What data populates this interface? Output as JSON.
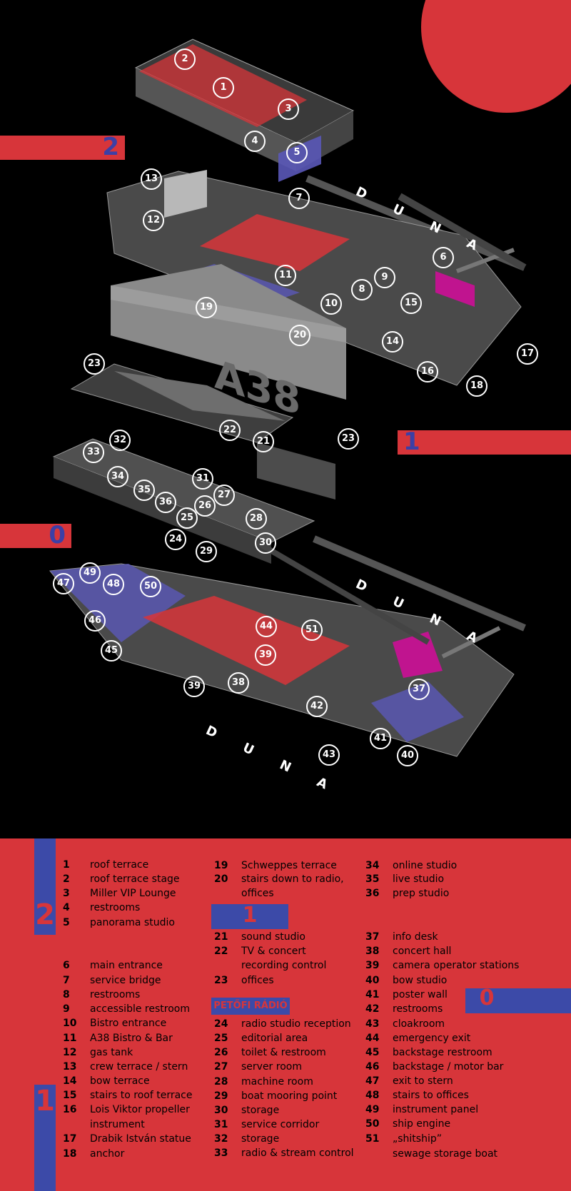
{
  "colors": {
    "background": "#000000",
    "legend_bg": "#d7353a",
    "accent_blue": "#3c4aa8",
    "floor_red": "#d7353a",
    "floor_blue": "#5a58b8",
    "hull_grey": "#6e6e6e"
  },
  "map": {
    "river_label": "D U N A",
    "deck_tabs": [
      "2",
      "1",
      "0"
    ],
    "markers": [
      "1",
      "2",
      "3",
      "4",
      "5",
      "6",
      "7",
      "8",
      "9",
      "10",
      "11",
      "12",
      "13",
      "14",
      "15",
      "16",
      "17",
      "18",
      "19",
      "20",
      "21",
      "22",
      "23",
      "23",
      "24",
      "25",
      "26",
      "27",
      "28",
      "29",
      "30",
      "31",
      "32",
      "33",
      "34",
      "35",
      "36",
      "37",
      "38",
      "39",
      "39",
      "40",
      "41",
      "42",
      "43",
      "44",
      "45",
      "46",
      "47",
      "48",
      "49",
      "50",
      "51"
    ]
  },
  "legend": {
    "deck_labels": {
      "deck2": "2",
      "deck1": "1",
      "deck0": "0"
    },
    "radio_badge": "PETŐFI RÁDIÓ",
    "col1": [
      {
        "n": "1",
        "t": "roof terrace"
      },
      {
        "n": "2",
        "t": "roof terrace stage"
      },
      {
        "n": "3",
        "t": "Miller VIP Lounge"
      },
      {
        "n": "4",
        "t": "restrooms"
      },
      {
        "n": "5",
        "t": "panorama studio"
      },
      {
        "n": "6",
        "t": "main entrance"
      },
      {
        "n": "7",
        "t": "service bridge"
      },
      {
        "n": "8",
        "t": "restrooms"
      },
      {
        "n": "9",
        "t": "accessible restroom"
      },
      {
        "n": "10",
        "t": "Bistro entrance"
      },
      {
        "n": "11",
        "t": "A38 Bistro & Bar"
      },
      {
        "n": "12",
        "t": "gas tank"
      },
      {
        "n": "13",
        "t": "crew terrace / stern"
      },
      {
        "n": "14",
        "t": "bow terrace"
      },
      {
        "n": "15",
        "t": "stairs to roof terrace"
      },
      {
        "n": "16",
        "t": "Lois Viktor propeller"
      },
      {
        "n": "",
        "t": "instrument"
      },
      {
        "n": "17",
        "t": "Drabik István statue"
      },
      {
        "n": "18",
        "t": "anchor"
      }
    ],
    "col2": [
      {
        "n": "19",
        "t": "Schweppes terrace"
      },
      {
        "n": "20",
        "t": "stairs down to radio,"
      },
      {
        "n": "",
        "t": "offices"
      },
      {
        "n": "21",
        "t": "sound studio"
      },
      {
        "n": "22",
        "t": "TV & concert"
      },
      {
        "n": "",
        "t": "recording control"
      },
      {
        "n": "23",
        "t": "offices"
      },
      {
        "n": "24",
        "t": "radio studio reception"
      },
      {
        "n": "25",
        "t": "editorial area"
      },
      {
        "n": "26",
        "t": "toilet & restroom"
      },
      {
        "n": "27",
        "t": "server room"
      },
      {
        "n": "28",
        "t": "machine room"
      },
      {
        "n": "29",
        "t": "boat mooring point"
      },
      {
        "n": "30",
        "t": "storage"
      },
      {
        "n": "31",
        "t": "service corridor"
      },
      {
        "n": "32",
        "t": "storage"
      },
      {
        "n": "33",
        "t": "radio & stream control"
      }
    ],
    "col3": [
      {
        "n": "34",
        "t": "online studio"
      },
      {
        "n": "35",
        "t": "live studio"
      },
      {
        "n": "36",
        "t": "prep studio"
      },
      {
        "n": "37",
        "t": "info desk"
      },
      {
        "n": "38",
        "t": "concert hall"
      },
      {
        "n": "39",
        "t": "camera operator stations"
      },
      {
        "n": "40",
        "t": "bow studio"
      },
      {
        "n": "41",
        "t": "poster wall"
      },
      {
        "n": "42",
        "t": "restrooms"
      },
      {
        "n": "43",
        "t": "cloakroom"
      },
      {
        "n": "44",
        "t": "emergency exit"
      },
      {
        "n": "45",
        "t": "backstage restroom"
      },
      {
        "n": "46",
        "t": "backstage / motor bar"
      },
      {
        "n": "47",
        "t": "exit to stern"
      },
      {
        "n": "48",
        "t": "stairs to offices"
      },
      {
        "n": "49",
        "t": "instrument panel"
      },
      {
        "n": "50",
        "t": "ship engine"
      },
      {
        "n": "51",
        "t": "„shitship”"
      },
      {
        "n": "",
        "t": "sewage storage boat"
      }
    ]
  }
}
